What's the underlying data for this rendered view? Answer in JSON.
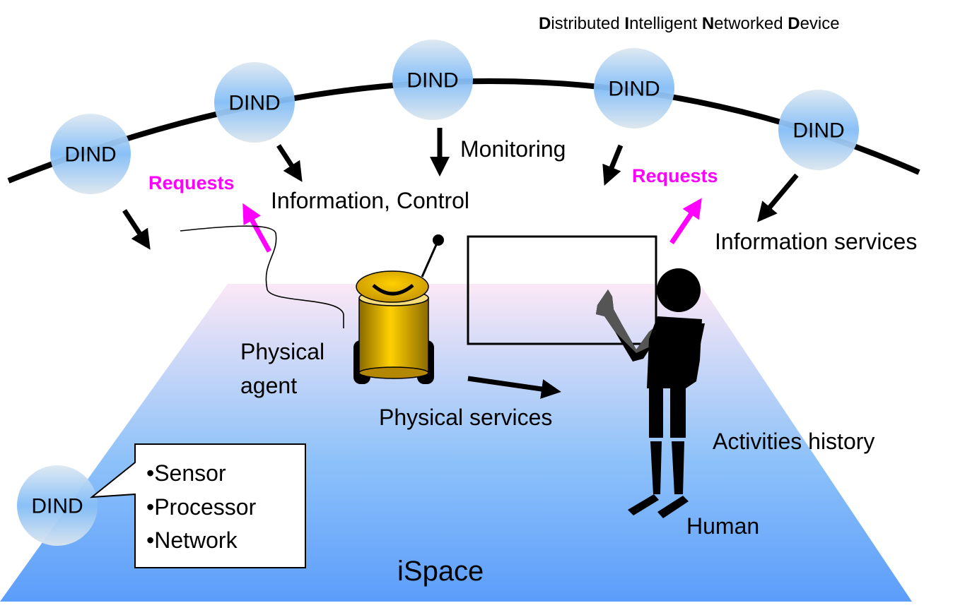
{
  "title": {
    "parts": [
      {
        "bold": "D",
        "rest": "istributed "
      },
      {
        "bold": "I",
        "rest": "ntelligent "
      },
      {
        "bold": "N",
        "rest": "etworked "
      },
      {
        "bold": "D",
        "rest": "evice"
      }
    ]
  },
  "nodes": {
    "network": [
      "DIND",
      "DIND",
      "DIND",
      "DIND",
      "DIND"
    ],
    "standalone": "DIND"
  },
  "labels": {
    "monitoring": "Monitoring",
    "information_control": "Information, Control",
    "requests_left": "Requests",
    "requests_right": "Requests",
    "information_services": "Information services",
    "physical_agent_line1": "Physical",
    "physical_agent_line2": "agent",
    "physical_services": "Physical services",
    "activities_history": "Activities history",
    "human": "Human",
    "ispace": "iSpace"
  },
  "callout": {
    "items": [
      "•Sensor",
      "•Processor",
      "•Network"
    ]
  },
  "colors": {
    "requests": "#ff00ff",
    "node_fill": "#8ec2f5",
    "floor_top": "#fbe8f6",
    "floor_bottom": "#5c9dfb",
    "robot": "#f5c400"
  }
}
